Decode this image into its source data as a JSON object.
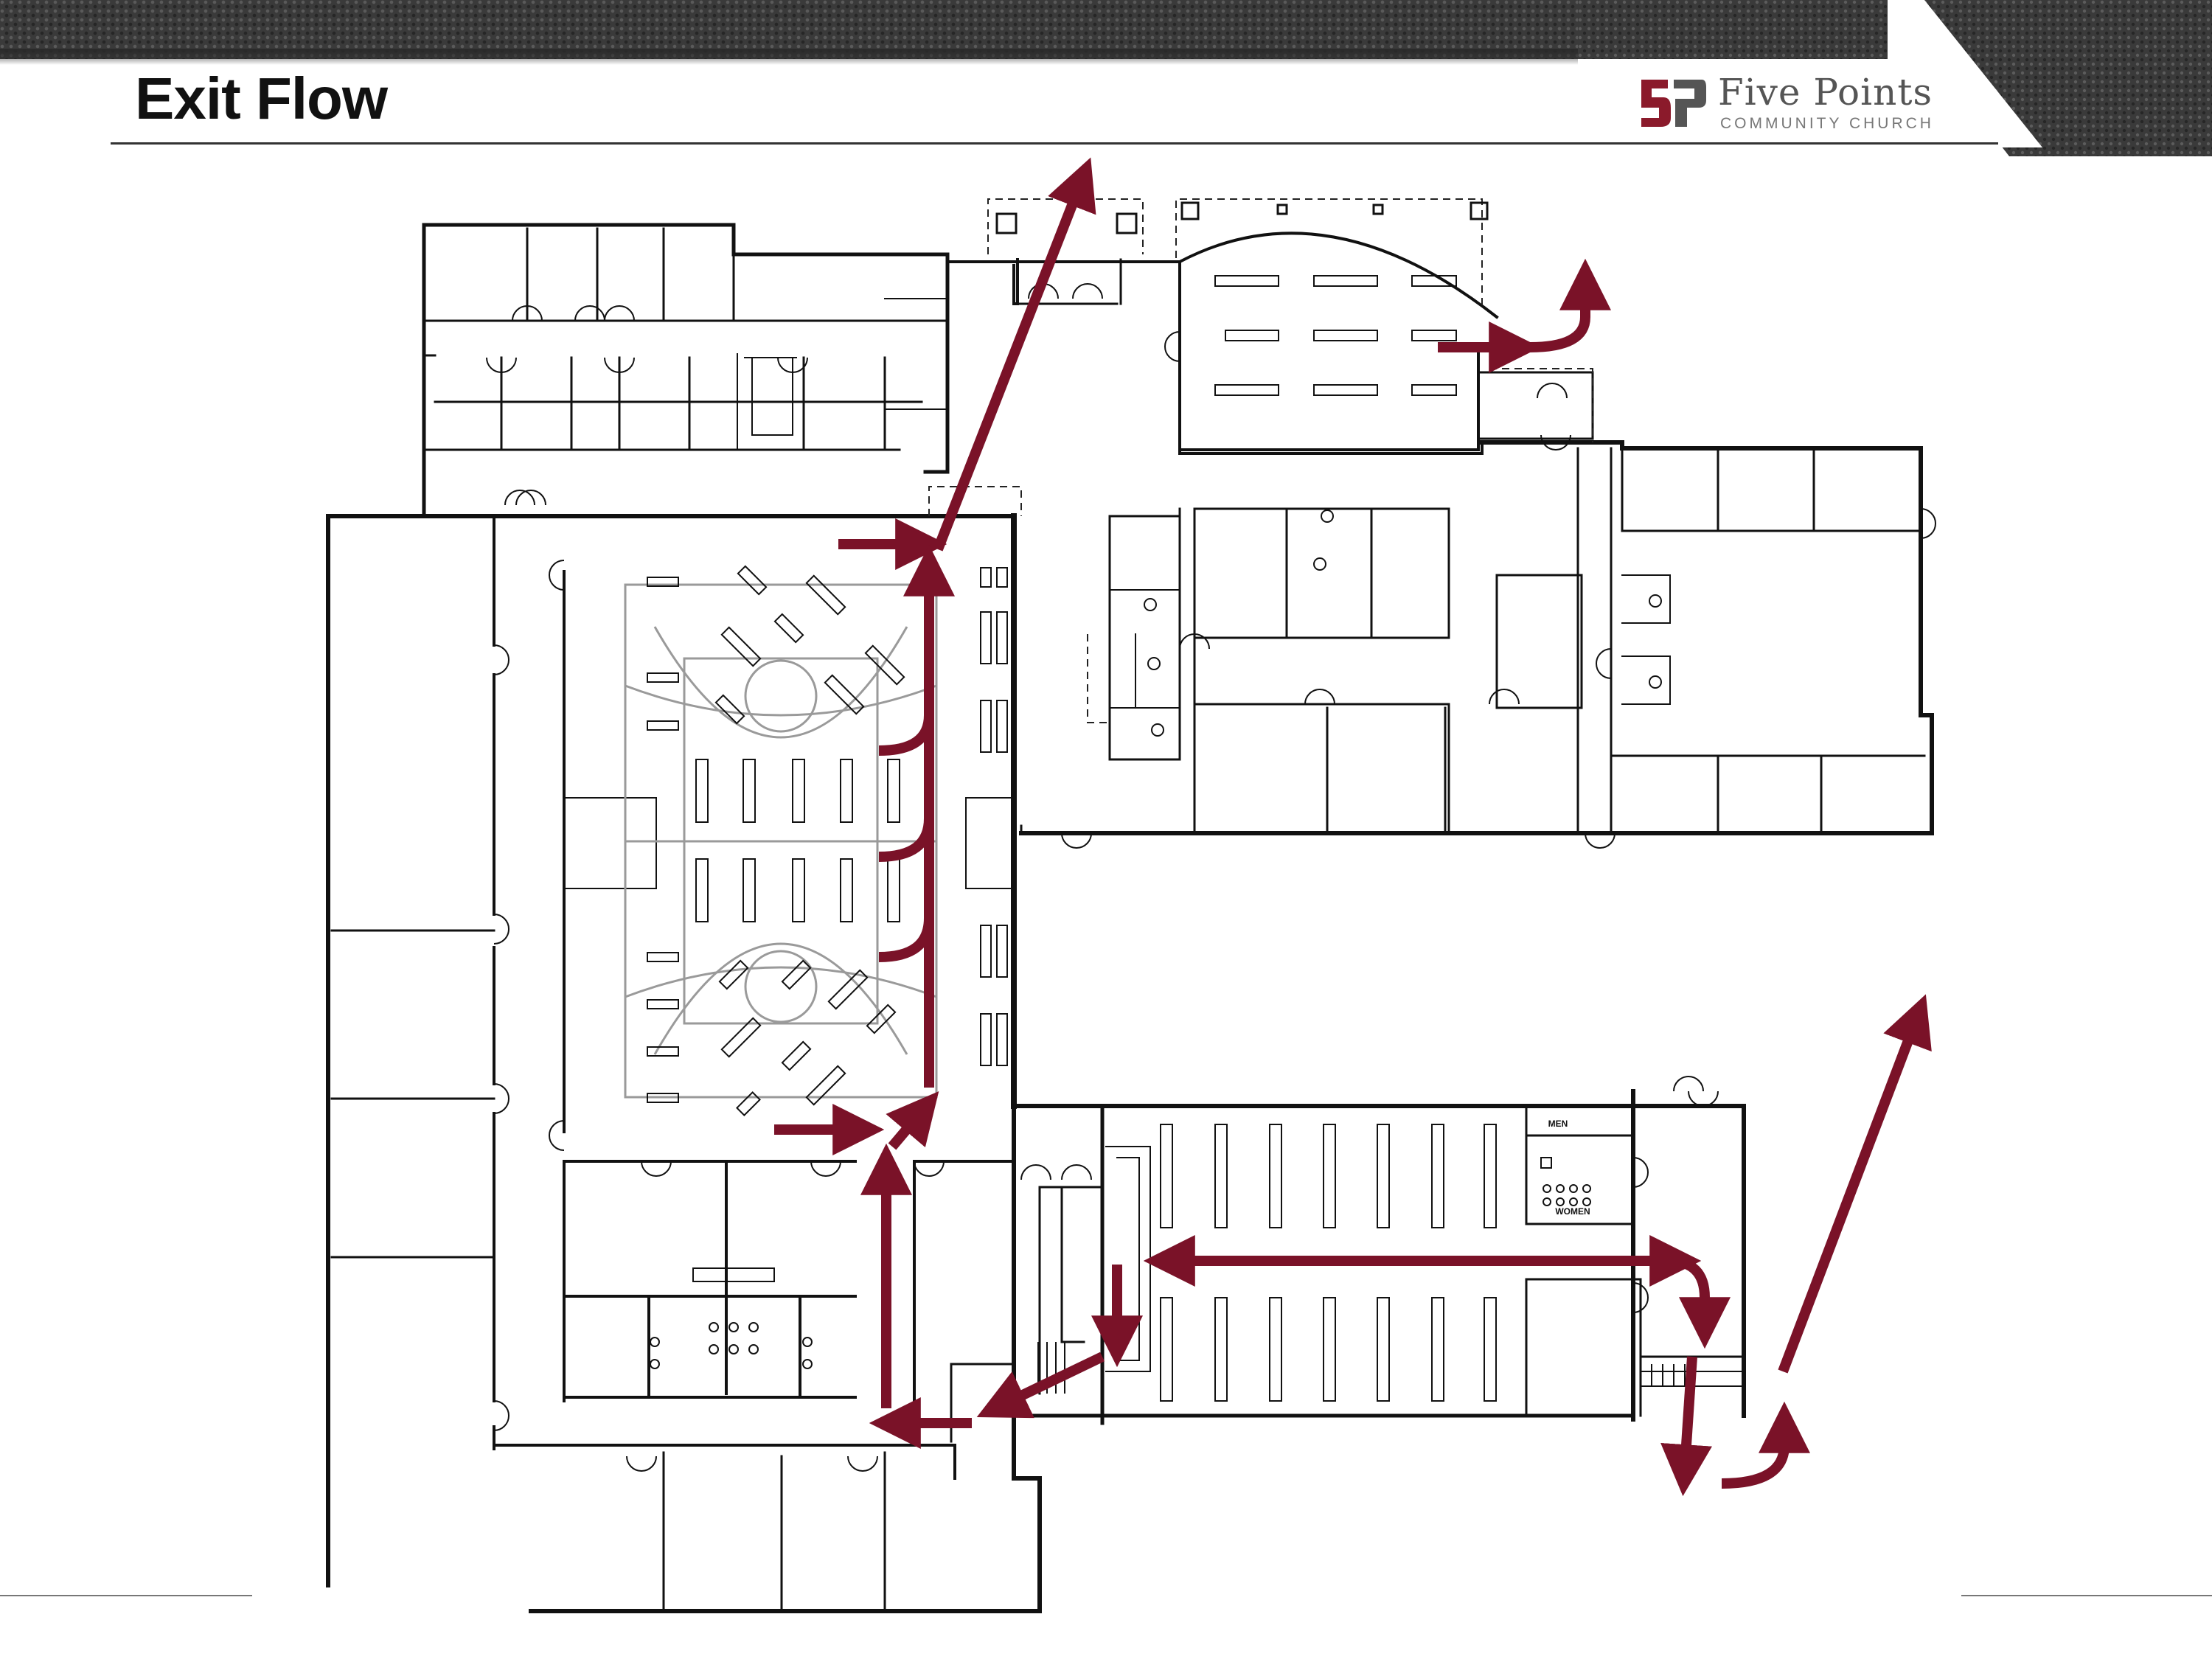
{
  "slide": {
    "title": "Exit Flow"
  },
  "logo": {
    "mark": "5P",
    "name": "Five Points",
    "subtitle": "COMMUNITY CHURCH"
  },
  "plan": {
    "room_labels": {
      "men": "MEN",
      "women": "WOMEN"
    }
  },
  "colors": {
    "arrow": "#7a1228",
    "walls": "#111111",
    "court": "#9a9a9a",
    "logo_red": "#8b1a2b",
    "logo_gray": "#555555",
    "banner": "#3a3a3a"
  },
  "icons": {
    "logo": "five-points-logo-icon",
    "arrow": "exit-arrow-icon"
  }
}
